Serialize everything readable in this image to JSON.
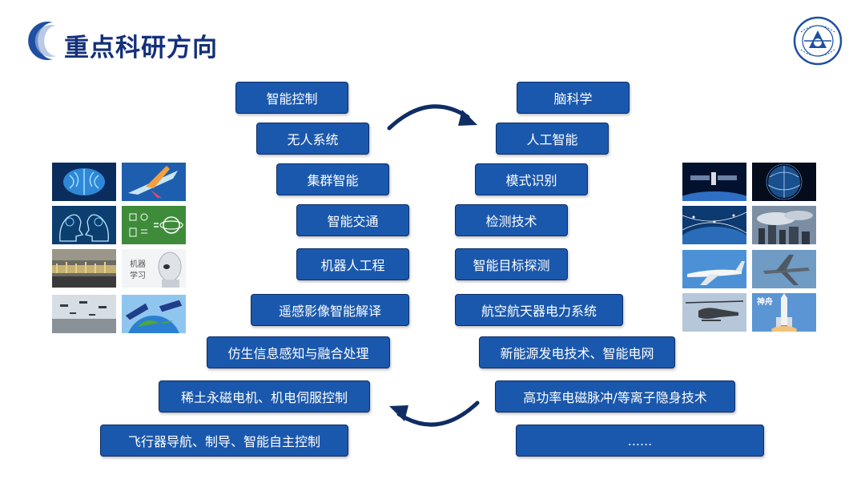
{
  "title": "重点科研方向",
  "colors": {
    "title": "#13307a",
    "tag_fill": "#1a58ad",
    "tag_border": "#0c2d66",
    "arrow": "#0f2d63"
  },
  "icons": {
    "logo": "university-seal-icon",
    "arrow_top": "curved-arrow-right-icon",
    "arrow_bottom": "curved-arrow-left-icon"
  },
  "left_column": [
    "智能控制",
    "无人系统",
    "集群智能",
    "智能交通",
    "机器人工程",
    "遥感影像智能解译",
    "仿生信息感知与融合处理",
    "稀土永磁电机、机电伺服控制",
    "飞行器导航、制导、智能自主控制"
  ],
  "right_column": [
    "脑科学",
    "人工智能",
    "模式识别",
    "检测技术",
    "智能目标探测",
    "航空航天器电力系统",
    "新能源发电技术、智能电网",
    "高功率电磁脉冲/等离子隐身技术",
    "......"
  ],
  "images_left": [
    "brain-image",
    "aircraft-model-image",
    "ai-head-image",
    "science-icons-image",
    "factory-robots-image",
    "robot-learning-image",
    "drones-image",
    "solar-earth-image"
  ],
  "images_right": [
    "space-station-image",
    "earth-network-image",
    "satellite-constellation-image",
    "city-skyline-image",
    "airliner-image",
    "transport-aircraft-image",
    "helicopter-image",
    "rocket-launch-image"
  ],
  "robot_text_line1": "机器",
  "robot_text_line2": "学习",
  "rocket_text": "神舟"
}
